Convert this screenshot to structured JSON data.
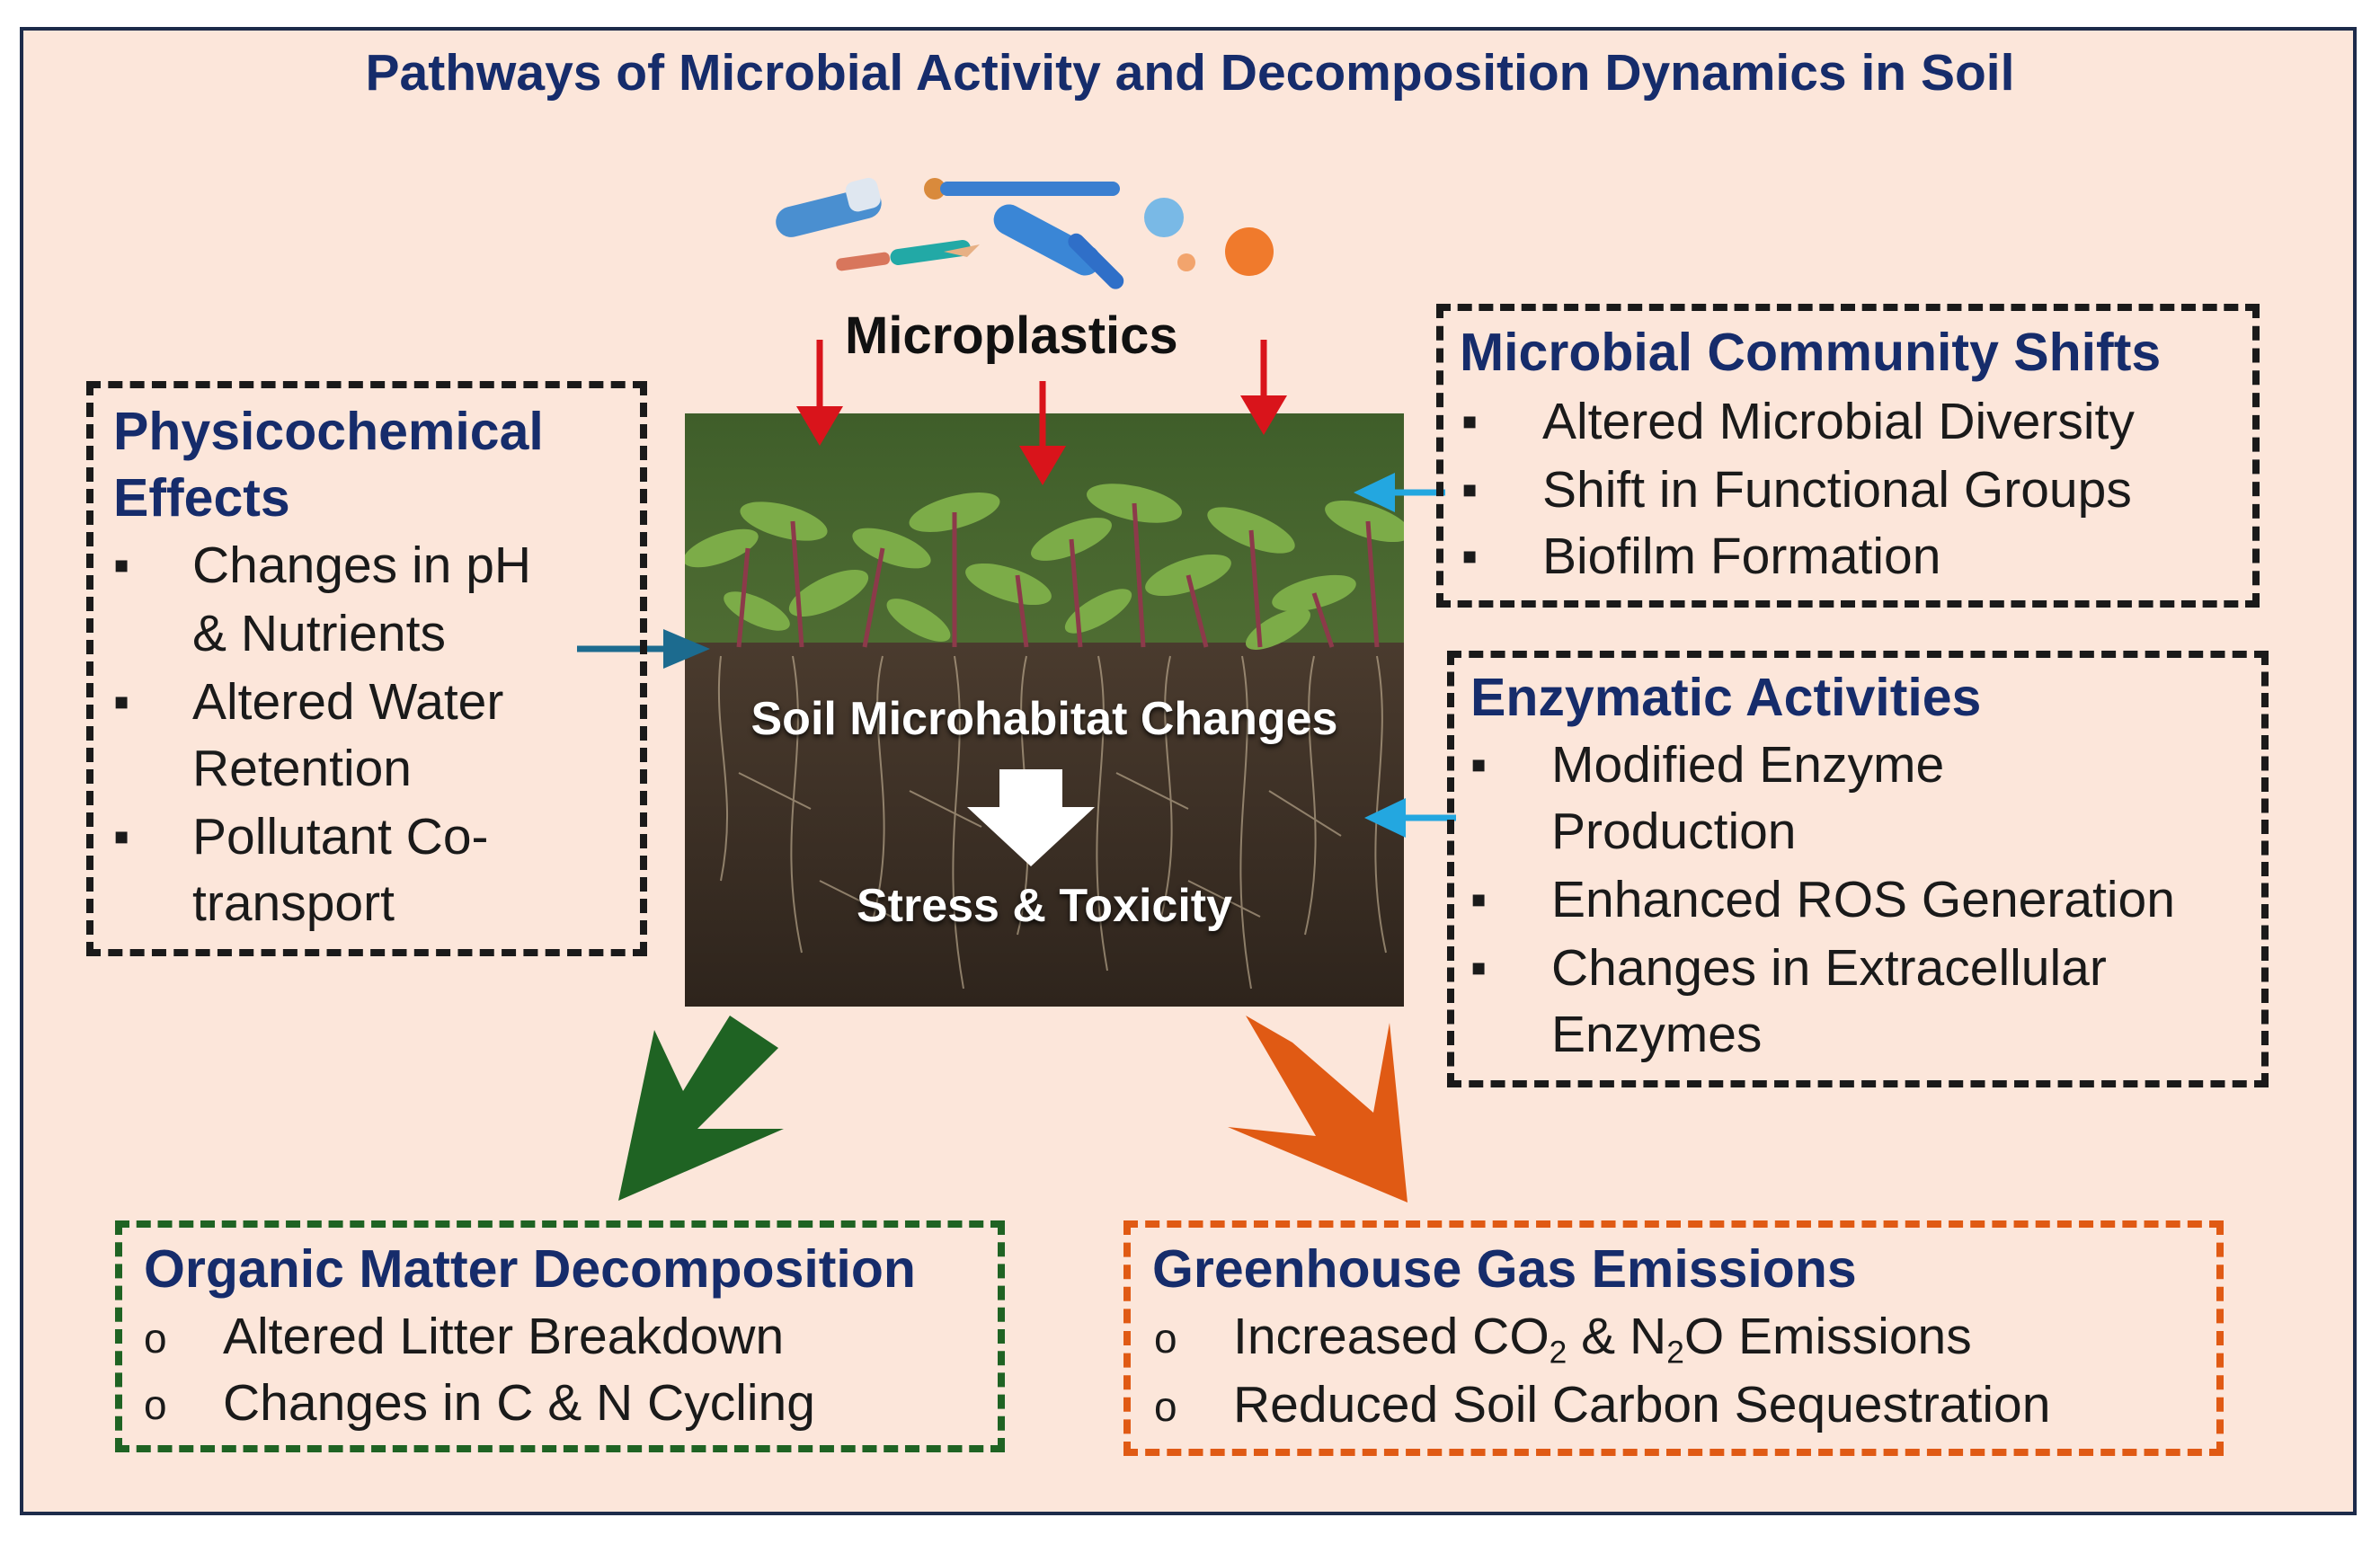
{
  "title": "Pathways of Microbial Activity and Decomposition Dynamics in Soil",
  "microplastics_label": "Microplastics",
  "center": {
    "top_label": "Soil Microhabitat Changes",
    "bottom_label": "Stress & Toxicity"
  },
  "physicochemical": {
    "title_line1": "Physicochemical",
    "title_line2": "Effects",
    "items": [
      {
        "line1": "Changes in pH",
        "line2": "& Nutrients"
      },
      {
        "line1": "Altered Water",
        "line2": "Retention"
      },
      {
        "line1": "Pollutant Co-",
        "line2": "transport"
      }
    ]
  },
  "microbial": {
    "title": "Microbial Community Shifts",
    "items": [
      "Altered Microbial Diversity",
      "Shift in Functional Groups",
      "Biofilm Formation"
    ]
  },
  "enzymatic": {
    "title": "Enzymatic Activities",
    "items": [
      {
        "line1": "Modified Enzyme",
        "line2": "Production"
      },
      {
        "line1": "Enhanced ROS Generation",
        "line2": ""
      },
      {
        "line1": "Changes in Extracellular",
        "line2": "Enzymes"
      }
    ]
  },
  "organic": {
    "title": "Organic Matter Decomposition",
    "items": [
      "Altered Litter Breakdown",
      "Changes in C & N Cycling"
    ]
  },
  "greenhouse": {
    "title": "Greenhouse Gas Emissions",
    "item1": {
      "pre": "Increased CO",
      "sub1": "2",
      "mid": " & N",
      "sub2": "2",
      "post": "O Emissions"
    },
    "item2": "Reduced Soil Carbon Sequestration"
  },
  "bullet_square": "▪",
  "bullet_circle": "o",
  "colors": {
    "background": "#fce6da",
    "title": "#162c6b",
    "green": "#1f6323",
    "orange": "#e05a14",
    "red": "#d9141b",
    "blue": "#23a7e0",
    "teal": "#1c6b8f"
  }
}
